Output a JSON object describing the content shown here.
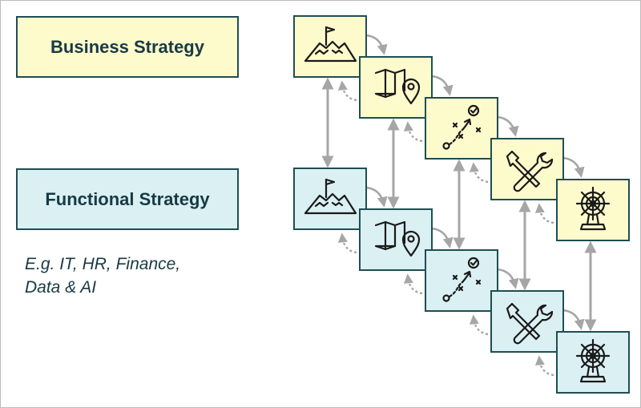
{
  "labels": {
    "business": "Business Strategy",
    "functional": "Functional Strategy"
  },
  "examples": {
    "line1": "E.g. IT, HR, Finance,",
    "line2": "Data & AI"
  },
  "steps": [
    {
      "icon": "mountain-flag-icon"
    },
    {
      "icon": "map-pin-icon"
    },
    {
      "icon": "play-diagram-icon"
    },
    {
      "icon": "wrench-screwdriver-icon"
    },
    {
      "icon": "ship-wheel-icon"
    }
  ],
  "colors": {
    "business_fill": "#fdfbcc",
    "functional_fill": "#daf0f3",
    "border": "#1f4e52",
    "arrow": "#a6a6a6",
    "text": "#173a44"
  }
}
